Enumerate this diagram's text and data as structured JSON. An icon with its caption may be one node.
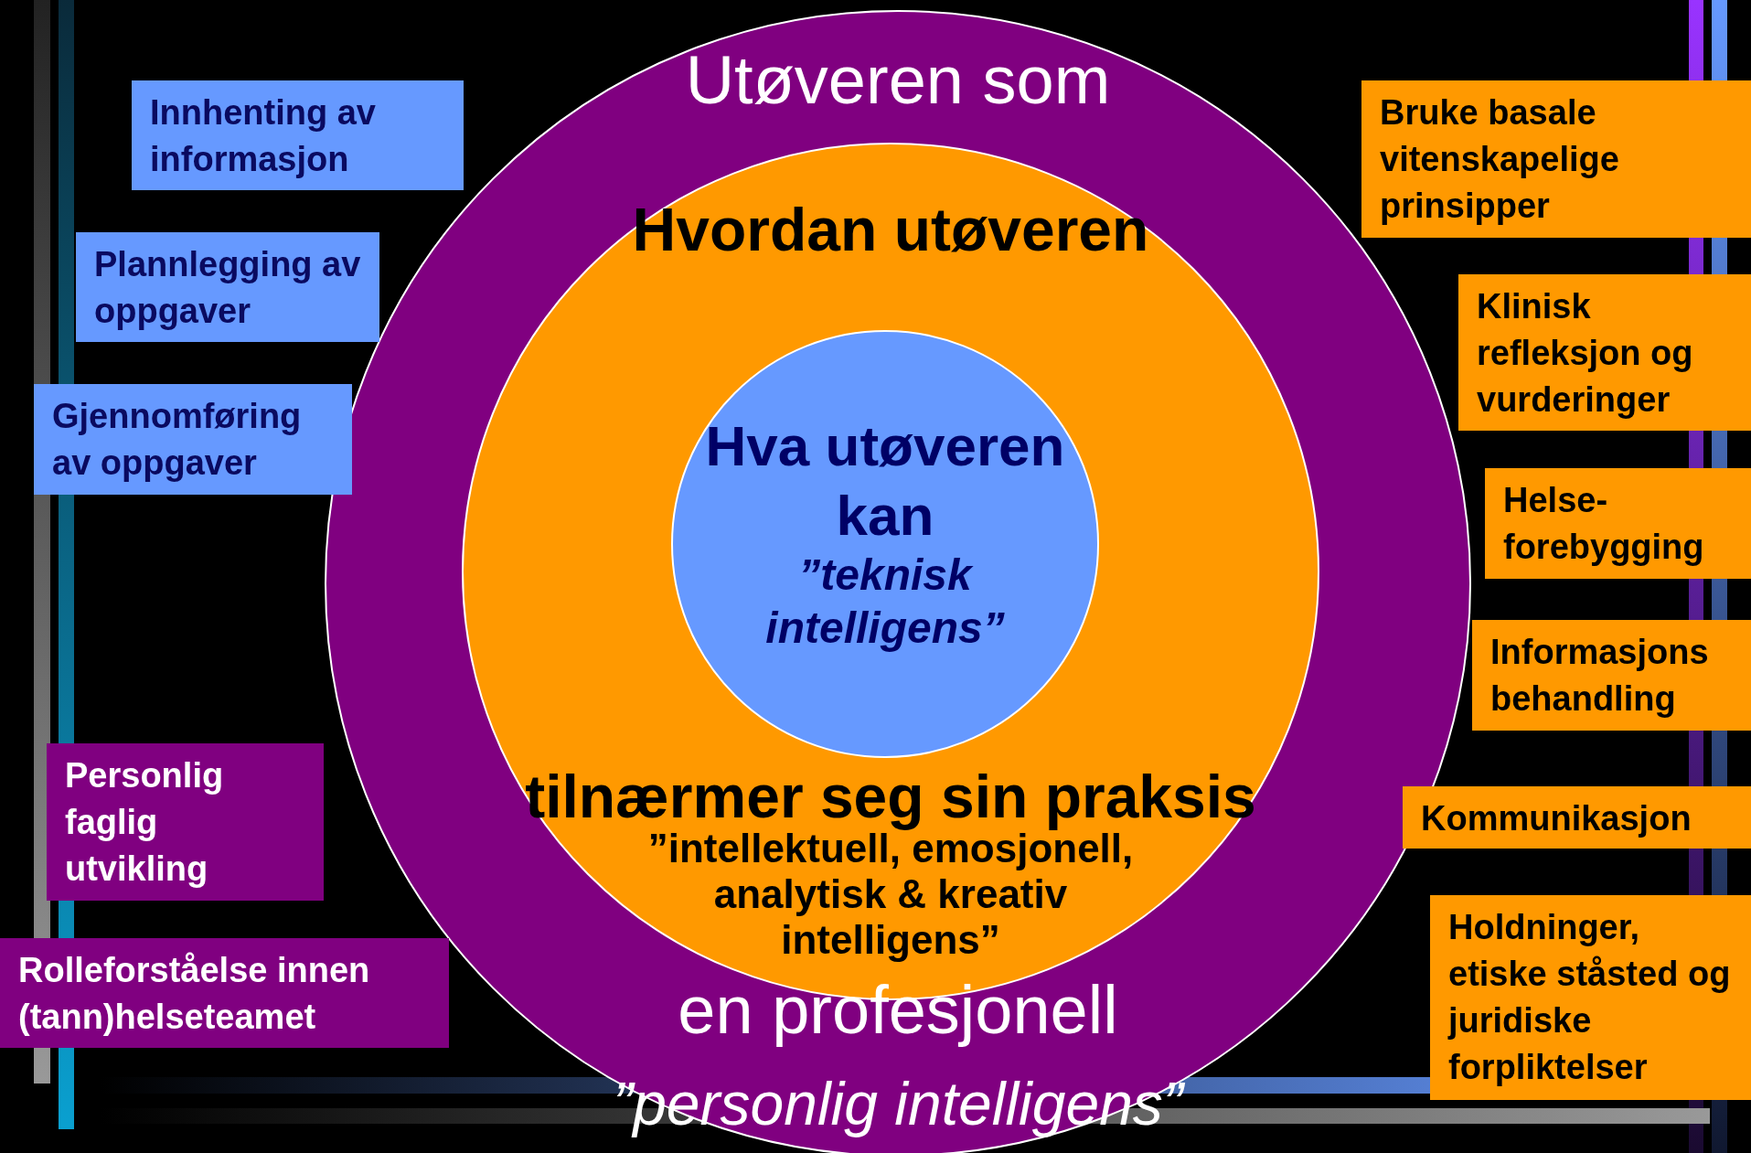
{
  "diagram": {
    "nodes": [
      {
        "text": [
          "Utøveren som",
          "en profesjonell",
          "”personlig intelligens”"
        ]
      },
      {
        "text": [
          "Hvordan utøveren",
          "tilnærmer seg sin praksis",
          "”intellektuell, emosjonell, analytisk & kreativ intelligens”"
        ],
        "in": 0
      },
      {
        "text": [
          "Hva utøveren kan",
          "”*teknisk intelligens*”"
        ],
        "in": 1
      },
      {
        "text": [
          "Innhenting av informasjon"
        ]
      },
      {
        "text": [
          "Plannlegging av oppgaver"
        ]
      },
      {
        "text": [
          "Gjennomføring av oppgaver"
        ]
      },
      {
        "text": [
          "Personlig faglig utvikling"
        ]
      },
      {
        "text": [
          "Rolleforståelse innen (tann)helseteamet"
        ]
      },
      {
        "text": [
          "Bruke basale vitenskapelige prinsipper"
        ]
      },
      {
        "text": [
          "Klinisk refleksjon og vurderinger"
        ]
      },
      {
        "text": [
          "Helse-forebygging"
        ]
      },
      {
        "text": [
          "Informasjons behandling"
        ]
      },
      {
        "text": [
          "Kommunikasjon"
        ]
      },
      {
        "text": [
          "Holdninger, etiske ståsted og juridiske forpliktelser"
        ]
      }
    ]
  }
}
